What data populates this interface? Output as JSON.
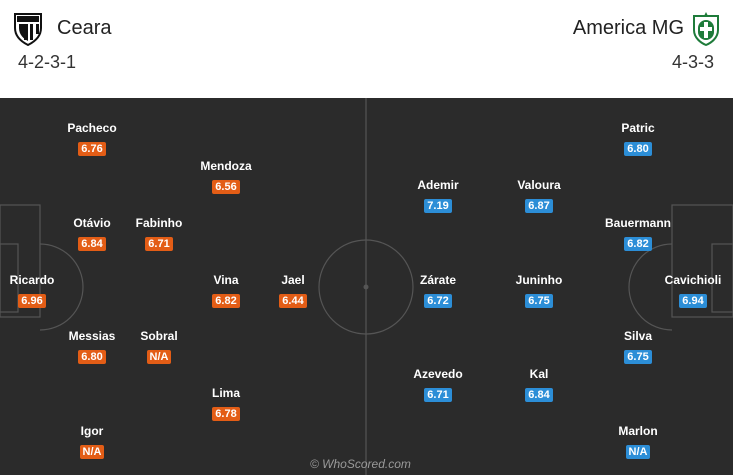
{
  "home": {
    "name": "Ceara",
    "formation": "4-2-3-1",
    "logo_icon": "ceara-crest-icon",
    "rating_color": "#e35d16",
    "players": [
      {
        "name": "Pacheco",
        "rating": "6.76"
      },
      {
        "name": "Mendoza",
        "rating": "6.56"
      },
      {
        "name": "Otávio",
        "rating": "6.84"
      },
      {
        "name": "Fabinho",
        "rating": "6.71"
      },
      {
        "name": "Ricardo",
        "rating": "6.96"
      },
      {
        "name": "Vina",
        "rating": "6.82"
      },
      {
        "name": "Jael",
        "rating": "6.44"
      },
      {
        "name": "Messias",
        "rating": "6.80"
      },
      {
        "name": "Sobral",
        "rating": "N/A"
      },
      {
        "name": "Lima",
        "rating": "6.78"
      },
      {
        "name": "Igor",
        "rating": "N/A"
      }
    ]
  },
  "away": {
    "name": "America MG",
    "formation": "4-3-3",
    "logo_icon": "america-mg-crest-icon",
    "rating_color": "#2c8ed7",
    "players": [
      {
        "name": "Patric",
        "rating": "6.80"
      },
      {
        "name": "Ademir",
        "rating": "7.19"
      },
      {
        "name": "Valoura",
        "rating": "6.87"
      },
      {
        "name": "Bauermann",
        "rating": "6.82"
      },
      {
        "name": "Zárate",
        "rating": "6.72"
      },
      {
        "name": "Juninho",
        "rating": "6.75"
      },
      {
        "name": "Cavichioli",
        "rating": "6.94"
      },
      {
        "name": "Silva",
        "rating": "6.75"
      },
      {
        "name": "Azevedo",
        "rating": "6.71"
      },
      {
        "name": "Kal",
        "rating": "6.84"
      },
      {
        "name": "Marlon",
        "rating": "N/A"
      }
    ]
  },
  "watermark": "© WhoScored.com"
}
